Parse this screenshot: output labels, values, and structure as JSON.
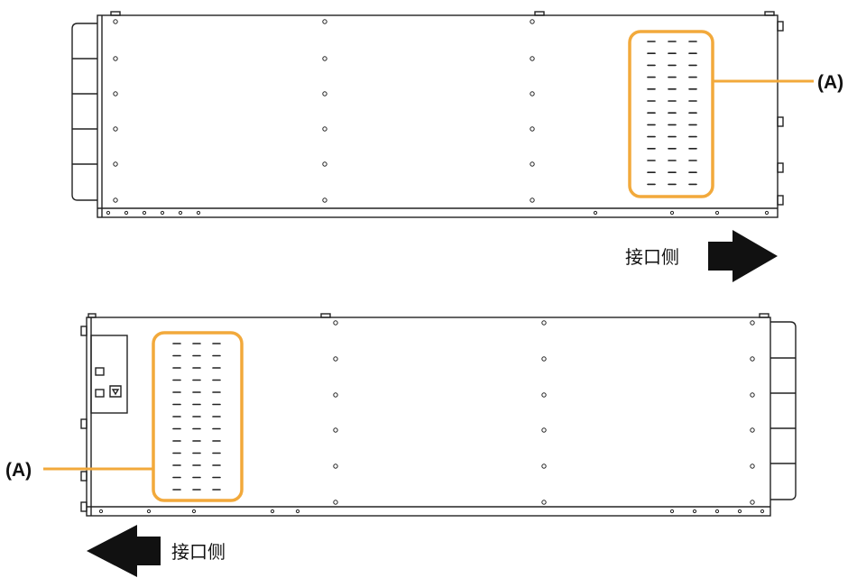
{
  "top_view": {
    "callout": "(A)",
    "direction_label": "接口侧",
    "direction": "right"
  },
  "bottom_view": {
    "callout": "(A)",
    "direction_label": "接口侧",
    "direction": "left"
  },
  "colors": {
    "highlight": "#F2A93B",
    "outline": "#222222",
    "arrow": "#111111"
  },
  "icons": [
    "chassis-drawing",
    "vent-slots",
    "arrow-right-icon",
    "arrow-left-icon"
  ]
}
